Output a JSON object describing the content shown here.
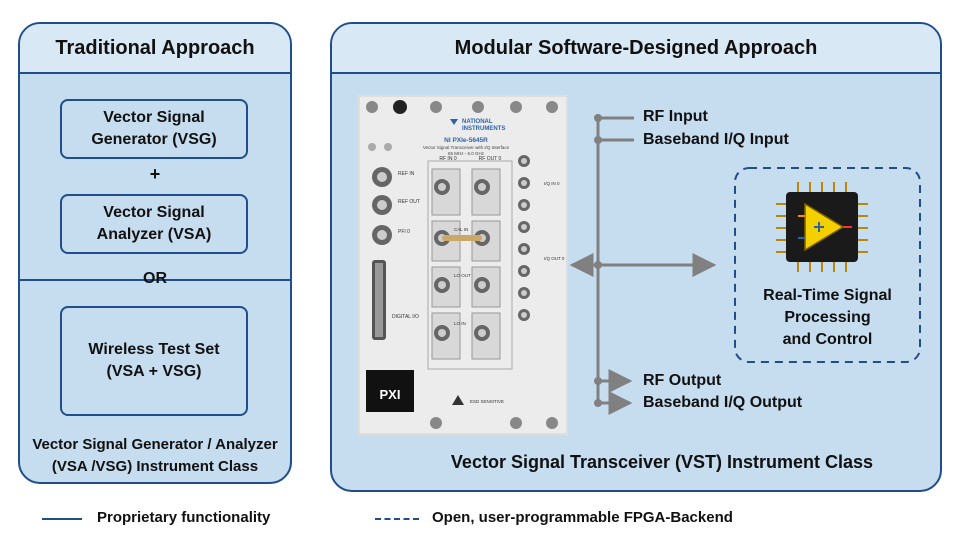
{
  "left_panel": {
    "title": "Traditional Approach",
    "vsg_box": "Vector Signal\nGenerator (VSG)",
    "plus": "+",
    "vsa_box": "Vector Signal\nAnalyzer (VSA)",
    "or": "OR",
    "wts_box": "Wireless Test Set\n(VSA + VSG)",
    "caption": "Vector Signal Generator / Analyzer\n(VSA /VSG) Instrument Class"
  },
  "right_panel": {
    "title": "Modular Software-Designed Approach",
    "rf_input": "RF Input",
    "baseband_input": "Baseband I/Q Input",
    "rf_output": "RF Output",
    "baseband_output": "Baseband I/Q Output",
    "fpga_caption": "Real-Time Signal\nProcessing\nand Control",
    "caption": "Vector Signal Transceiver (VST) Instrument Class",
    "device": {
      "brand_line1": "NATIONAL",
      "brand_line2": "INSTRUMENTS",
      "model": "NI PXIe-5645R",
      "subtitle": "Vector Signal Transceiver with I/Q Interface",
      "freq": "65 MHz - 6.0 GHz",
      "rf_in": "RF IN 0",
      "rf_out": "RF OUT 0",
      "ref_in": "REF IN",
      "ref_out": "REF OUT",
      "pfi": "PFI 0",
      "digital_io": "DIGITAL I/O",
      "cal_in": "CAL IN",
      "lo_out": "LO OUT",
      "lo_in": "LO IN",
      "iq_in": "I/Q IN 0",
      "iq_out": "I/Q OUT 0",
      "pxi_badge": "PXI",
      "esd": "ESD SENSITIVE"
    }
  },
  "legend": {
    "solid": "Proprietary functionality",
    "dashed": "Open, user-programmable FPGA-Backend"
  },
  "colors": {
    "border": "#1f4e8a",
    "panel_fill": "#c6dcef",
    "header_fill": "#d9e8f5",
    "connector_line": "#808080",
    "chip_yellow": "#f5d000",
    "chip_body": "#1a1a1a"
  }
}
